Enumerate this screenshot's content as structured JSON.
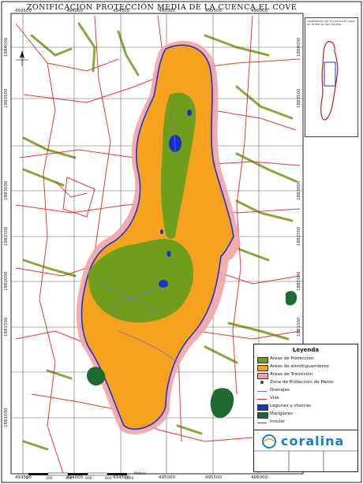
{
  "map": {
    "title": "ZONIFICACIÓN PROTECCIÓN MEDIA DE LA CUENCA EL COVE",
    "x_ticks_top": [
      "493500",
      "494000",
      "494500",
      "495000",
      "495500",
      "496000"
    ],
    "x_ticks_bottom": [
      "493500",
      "494000",
      "494500",
      "495000",
      "495500",
      "496000"
    ],
    "y_ticks_left": [
      "1884000",
      "1883500",
      "1883000",
      "1882500",
      "1882000",
      "1881500",
      "1881000"
    ],
    "y_ticks_right": [
      "1884000",
      "1883500",
      "1883000",
      "1882500",
      "1882000",
      "1881500"
    ],
    "inset_caption": "Localización de la cuenca El Cove en la Isla de San Andrés"
  },
  "legend": {
    "title": "Leyenda",
    "items": [
      {
        "label": "Areas de Protección",
        "color": "#6f9d1c",
        "kind": "fill"
      },
      {
        "label": "Areas de amortiguamiento",
        "color": "#f7a21e",
        "kind": "fill"
      },
      {
        "label": "Areas de Transición",
        "color": "#f2a4a4",
        "kind": "fill"
      },
      {
        "label": "Zona de Protección de Pozos",
        "color": "#7a1f6a",
        "kind": "dot"
      },
      {
        "label": "Drenajes",
        "color": "#6a6fd8",
        "kind": "line"
      },
      {
        "label": "Vías",
        "color": "#e0281e",
        "kind": "line"
      },
      {
        "label": "Lagunas y charcas",
        "color": "#1633c8",
        "kind": "fill"
      },
      {
        "label": "Manglares",
        "color": "#1d6b2e",
        "kind": "fill"
      },
      {
        "label": "Insular",
        "color": "#555555",
        "kind": "line"
      }
    ]
  },
  "logo": {
    "name": "coralina"
  },
  "scale": {
    "labels": [
      "0",
      "200",
      "400",
      "600",
      "800",
      "1000"
    ],
    "unit": "Metros"
  },
  "colors": {
    "protection": "#6f9d1c",
    "buffer": "#f7a21e",
    "transition": "#f2a4a4",
    "basin_boundary": "#1f33d6",
    "roads": "#e0281e",
    "mangroves": "#1d6b2e",
    "drainage_highlands": "#86a93e",
    "grid": "#222222"
  }
}
